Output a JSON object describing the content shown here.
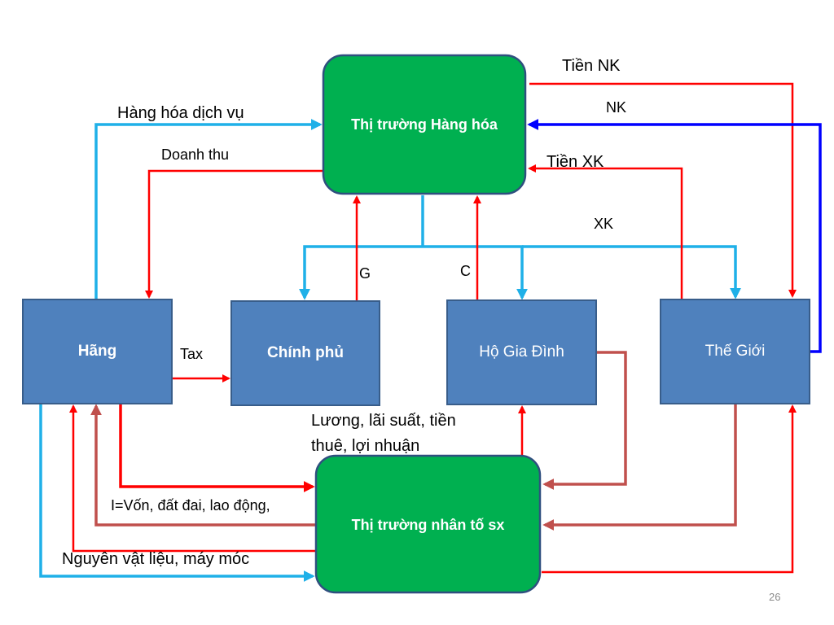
{
  "nodes": {
    "goods_market": "Thị trường Hàng hóa",
    "factor_market": "Thị trường nhân tố sx",
    "firm": "Hãng",
    "government": "Chính phủ",
    "household": "Hộ Gia Đình",
    "world": "Thế Giới"
  },
  "labels": {
    "goods_services": "Hàng hóa dịch vụ",
    "revenue": "Doanh thu",
    "import_money": "Tiền NK",
    "import": "NK",
    "export_money": "Tiền XK",
    "export": "XK",
    "g": "G",
    "c": "C",
    "tax": "Tax",
    "income_line1": "Lương, lãi suất, tiền",
    "income_line2": "thuê, lợi nhuận",
    "investment": "I=Vốn, đất đai, lao động,",
    "materials": "Nguyên vật liệu, máy móc"
  },
  "page_number": "26",
  "colors": {
    "green": "#00b050",
    "green_border": "#2f4f7f",
    "blue_box": "#4f81bd",
    "blue_box_border": "#385d8a",
    "red": "#ff0000",
    "light_blue": "#1fb0e8",
    "dark_blue": "#0000ff",
    "dark_red": "#c0504d"
  }
}
